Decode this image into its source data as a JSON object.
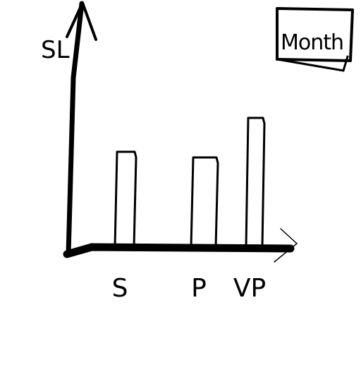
{
  "chart_data": {
    "type": "bar",
    "ylabel": "SL",
    "xlabel": "",
    "title": "",
    "categories": [
      "S",
      "P",
      "VP"
    ],
    "values": [
      135,
      127,
      183
    ],
    "ylim": [
      0,
      330
    ],
    "grid": false,
    "legend": {
      "placement": "top-right",
      "entries": [
        "Month"
      ]
    },
    "colors": {
      "ink": "#000000",
      "background": "#ffffff"
    }
  }
}
